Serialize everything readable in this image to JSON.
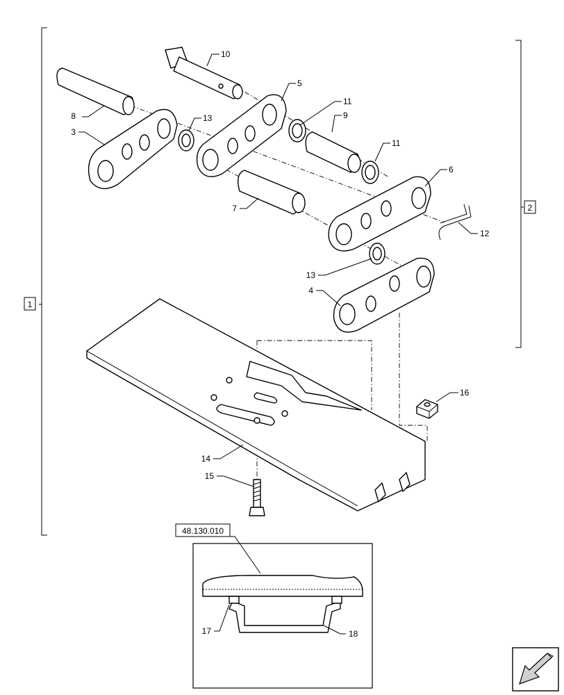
{
  "callouts": [
    {
      "id": "p8",
      "text": "8"
    },
    {
      "id": "p3",
      "text": "3"
    },
    {
      "id": "p10",
      "text": "10"
    },
    {
      "id": "p5",
      "text": "5"
    },
    {
      "id": "p13a",
      "text": "13"
    },
    {
      "id": "p11a",
      "text": "11"
    },
    {
      "id": "p9",
      "text": "9"
    },
    {
      "id": "p11b",
      "text": "11"
    },
    {
      "id": "p7",
      "text": "7"
    },
    {
      "id": "p6",
      "text": "6"
    },
    {
      "id": "p12",
      "text": "12"
    },
    {
      "id": "p13b",
      "text": "13"
    },
    {
      "id": "p4",
      "text": "4"
    },
    {
      "id": "p16",
      "text": "16"
    },
    {
      "id": "p14",
      "text": "14"
    },
    {
      "id": "p15",
      "text": "15"
    },
    {
      "id": "p17",
      "text": "17"
    },
    {
      "id": "p18",
      "text": "18"
    }
  ],
  "groups": {
    "assembly_1": "1",
    "assembly_2": "2"
  },
  "reference": {
    "code": "48.130.010"
  },
  "nav_icon": "arrow-icon"
}
